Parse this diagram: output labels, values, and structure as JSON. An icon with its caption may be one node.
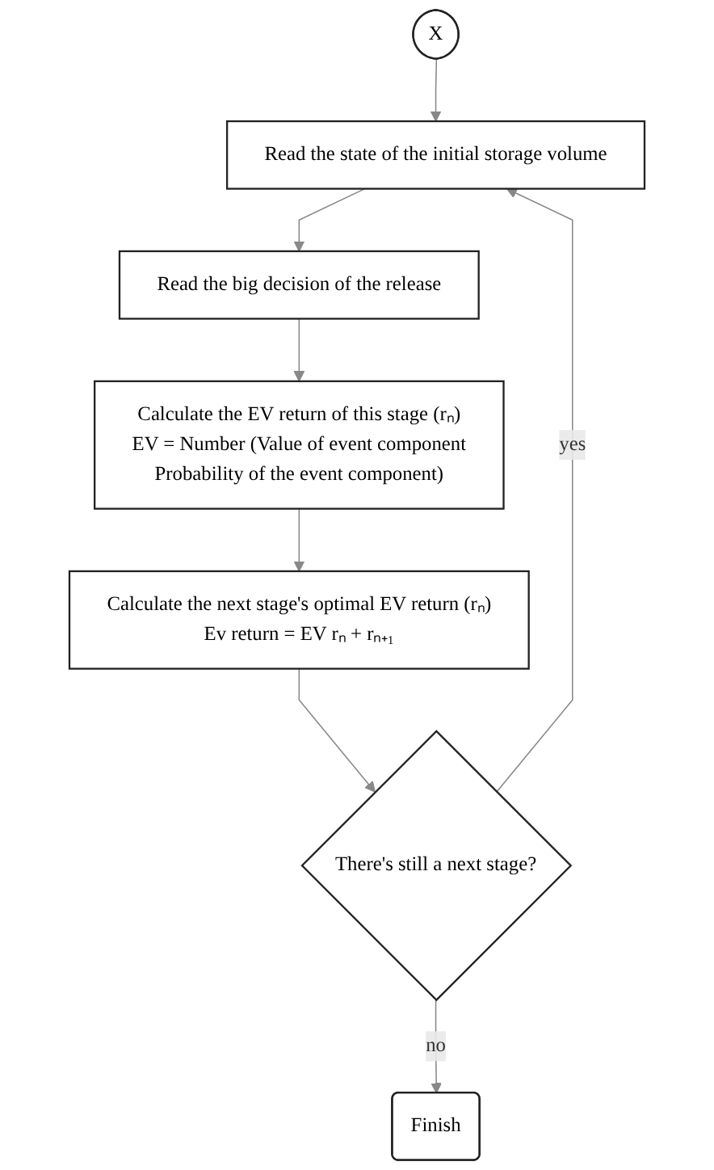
{
  "diagram": {
    "nodes": [
      {
        "text": [
          "X"
        ]
      },
      {
        "text": [
          "Read the state of the initial storage volume"
        ]
      },
      {
        "text": [
          "Read the big decision of the release"
        ]
      },
      {
        "text": [
          "Calculate the EV return of this stage (rₙ)",
          "EV = Number (Value of event component",
          "Probability of the event component)"
        ]
      },
      {
        "text": [
          "Calculate the next stage's optimal EV return (rₙ)",
          "Ev return = EV rₙ + rₙ₊₁"
        ]
      },
      {
        "text": [
          "There's still a next stage?"
        ]
      },
      {
        "text": [
          "Finish"
        ]
      }
    ],
    "edges": [
      {
        "from": 0,
        "to": 1,
        "arrow": "to"
      },
      {
        "from": 1,
        "to": 2,
        "arrow": "to"
      },
      {
        "from": 2,
        "to": 3,
        "arrow": "to"
      },
      {
        "from": 3,
        "to": 4,
        "arrow": "to"
      },
      {
        "from": 4,
        "to": 5,
        "arrow": "to"
      },
      {
        "from": 5,
        "to": 1,
        "label": "yes",
        "arrow": "to"
      },
      {
        "from": 5,
        "to": 6,
        "label": "no",
        "arrow": "to"
      }
    ]
  }
}
